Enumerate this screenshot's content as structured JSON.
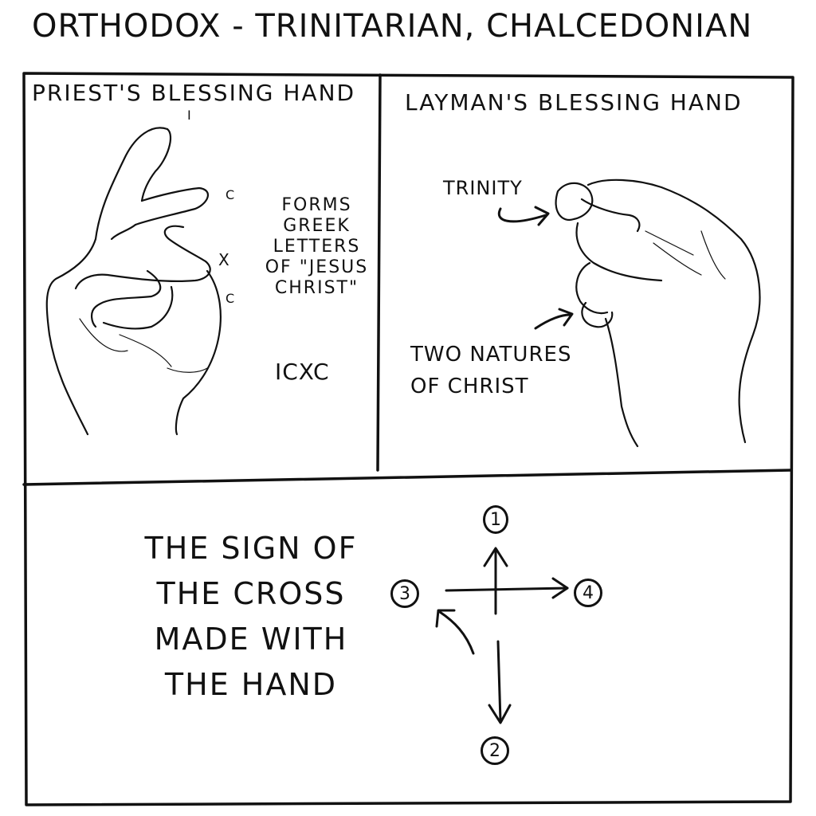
{
  "title": "ORTHODOX - TRINITARIAN, CHALCEDONIAN",
  "panels": {
    "priest": {
      "title": "PRIEST'S BLESSING HAND",
      "letters": {
        "i": "I",
        "c1": "C",
        "x": "X",
        "c2": "C"
      },
      "note": "FORMS GREEK LETTERS OF \"JESUS CHRIST\"",
      "icxc": "ICXC"
    },
    "layman": {
      "title": "LAYMAN'S BLESSING HAND",
      "trinity": "TRINITY",
      "two_natures": "TWO NATURES\nOF CHRIST"
    },
    "cross": {
      "text": "THE SIGN OF THE CROSS MADE WITH THE HAND",
      "steps": [
        "1",
        "2",
        "3",
        "4"
      ]
    }
  }
}
